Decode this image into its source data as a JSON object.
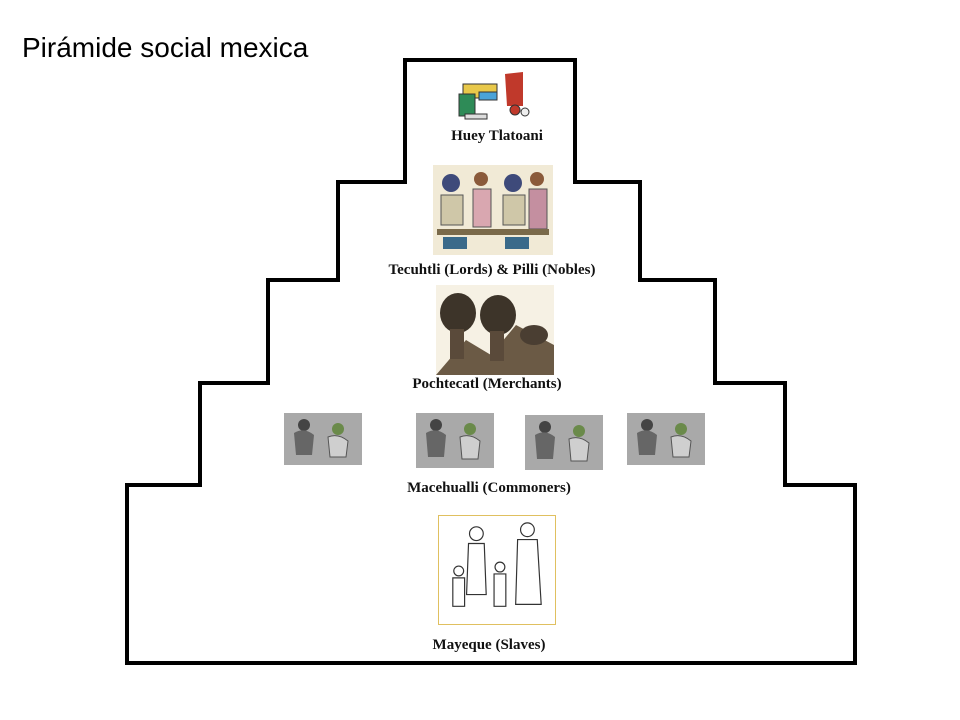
{
  "slide": {
    "title": "Pirámide social mexica"
  },
  "pyramid": {
    "tiers": [
      {
        "label": "Huey Tlatoani",
        "icon": "ruler-glyph-icon"
      },
      {
        "label": "Tecuhtli (Lords) & Pilli (Nobles)",
        "icon": "nobles-codex-icon"
      },
      {
        "label": "Pochtecatl (Merchants)",
        "icon": "merchants-codex-icon"
      },
      {
        "label": "Macehualli (Commoners)",
        "icon": "commoners-codex-icon"
      },
      {
        "label": "Mayeque (Slaves)",
        "icon": "slaves-codex-icon"
      }
    ]
  },
  "colors": {
    "outline": "#000000",
    "background": "#ffffff"
  }
}
